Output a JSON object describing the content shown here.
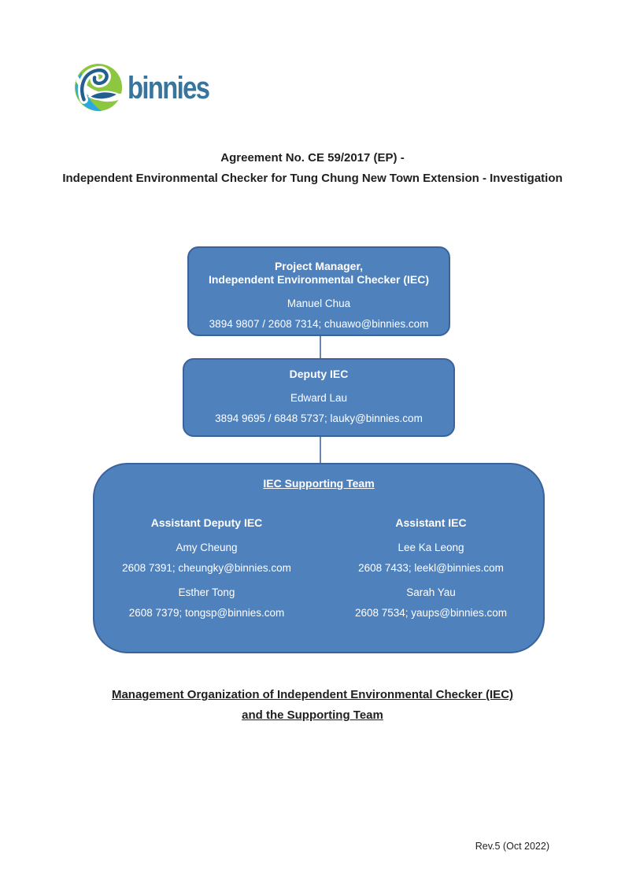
{
  "logo": {
    "wordmark": "binnies"
  },
  "title": {
    "line1": "Agreement No. CE 59/2017 (EP) -",
    "line2": "Independent Environmental Checker for Tung Chung New Town Extension - Investigation"
  },
  "chart": {
    "project_manager": {
      "title_line1": "Project Manager,",
      "title_line2": "Independent Environmental Checker (IEC)",
      "name": "Manuel Chua",
      "contact": "3894 9807 / 2608 7314; chuawo@binnies.com"
    },
    "deputy": {
      "title": "Deputy IEC",
      "name": "Edward Lau",
      "contact": "3894 9695 / 6848 5737; lauky@binnies.com"
    },
    "supporting_team": {
      "title": "IEC Supporting Team",
      "columns": [
        {
          "role": "Assistant Deputy IEC",
          "members": [
            {
              "name": "Amy Cheung",
              "contact": "2608 7391; cheungky@binnies.com"
            },
            {
              "name": "Esther Tong",
              "contact": "2608 7379; tongsp@binnies.com"
            }
          ]
        },
        {
          "role": "Assistant IEC",
          "members": [
            {
              "name": "Lee Ka Leong",
              "contact": "2608 7433; leekl@binnies.com"
            },
            {
              "name": "Sarah Yau",
              "contact": "2608 7534; yaups@binnies.com"
            }
          ]
        }
      ]
    }
  },
  "caption": {
    "line1": "Management Organization of Independent Environmental Checker (IEC)",
    "line2": "and the Supporting Team"
  },
  "footer": {
    "revision": "Rev.5 (Oct 2022)"
  },
  "colors": {
    "box_fill": "#4f81bd",
    "box_border": "#3a639c",
    "box_text": "#ffffff",
    "connector": "#6b86ad",
    "logo_green": "#8dc63f",
    "logo_cyan": "#29a9e0",
    "logo_dark_blue": "#235e8e",
    "wordmark_blue": "#38749c"
  }
}
